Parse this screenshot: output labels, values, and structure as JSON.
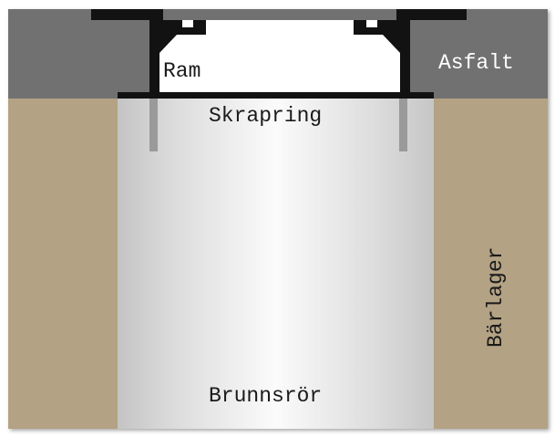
{
  "labels": {
    "asphalt": "Asfalt",
    "frame": "Ram",
    "scraper_ring": "Skrapring",
    "base_layer": "Bärlager",
    "well_pipe": "Brunnsrör"
  },
  "colors": {
    "asphalt": "#717171",
    "base_layer": "#b3a283",
    "pipe_edge": "#c4c4c4",
    "pipe_center": "#fbfbfb",
    "frame": "#121212",
    "anchor": "#9a9a9a"
  }
}
